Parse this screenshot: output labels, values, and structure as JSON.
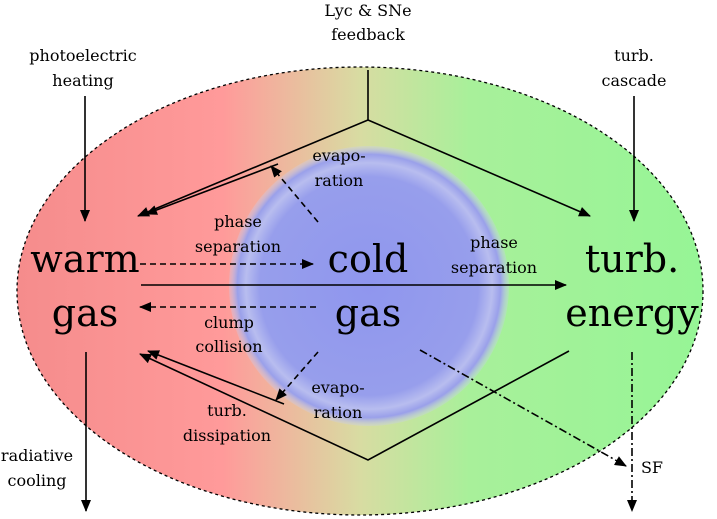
{
  "nodes": {
    "warm_gas": [
      "warm",
      "gas"
    ],
    "cold_gas": [
      "cold",
      "gas"
    ],
    "turb_energy": [
      "turb.",
      "energy"
    ]
  },
  "external": {
    "lyc_feedback": [
      "Lyc & SNe",
      "feedback"
    ],
    "photoelectric_heating": [
      "photoelectric",
      "heating"
    ],
    "turb_cascade": [
      "turb.",
      "cascade"
    ],
    "radiative_cooling": [
      "radiative",
      "cooling"
    ],
    "sf": "SF"
  },
  "processes": {
    "evaporation_top": [
      "evapo-",
      "ration"
    ],
    "phase_separation_left": [
      "phase",
      "separation"
    ],
    "phase_separation_right": [
      "phase",
      "separation"
    ],
    "clump_collision": [
      "clump",
      "collision"
    ],
    "evaporation_bottom": [
      "evapo-",
      "ration"
    ],
    "turb_dissipation": [
      "turb.",
      "dissipation"
    ]
  },
  "colors": {
    "warm_region": "#ff9a9a",
    "middle_region": "#d8e0a0",
    "turbulent_region": "#99f59a",
    "cold_core": "#8f96ee",
    "cold_rim": "#b9beee"
  }
}
